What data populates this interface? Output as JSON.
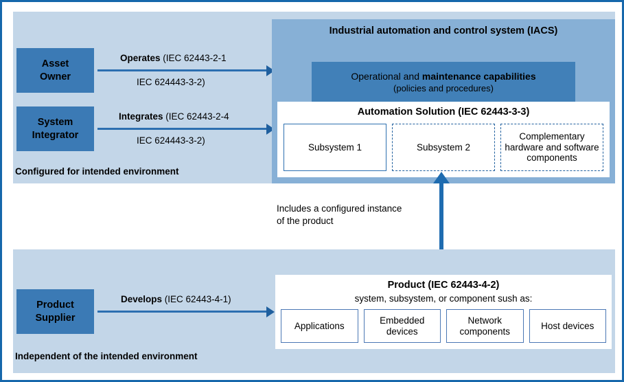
{
  "panels": {
    "top_caption": "Configured for intended environment",
    "bottom_caption": "Independent of the intended environment"
  },
  "roles": {
    "asset_owner": "Asset\nOwner",
    "asset_owner_line1": "Asset",
    "asset_owner_line2": "Owner",
    "system_integrator_line1": "System",
    "system_integrator_line2": "Integrator",
    "product_supplier_line1": "Product",
    "product_supplier_line2": "Supplier"
  },
  "arrows": {
    "operates": {
      "verb": "Operates",
      "ref_line1": "(IEC 62443-2-1",
      "ref_line2": "IEC 624443-3-2)"
    },
    "integrates": {
      "verb": "Integrates",
      "ref_line1": "(IEC 62443-2-4",
      "ref_line2": "IEC 624443-3-2)"
    },
    "develops": {
      "verb": "Develops",
      "ref_line1": "(IEC 62443-4-1)"
    },
    "vertical_note_line1": "Includes a configured instance",
    "vertical_note_line2": "of the product"
  },
  "iacs": {
    "title": "Industrial automation and control system (IACS)",
    "capabilities_prefix": "Operational and ",
    "capabilities_strong": "maintenance capabilities",
    "capabilities_sub": "(policies and procedures)",
    "plus": "+"
  },
  "automation_solution": {
    "title": "Automation Solution (IEC 62443-3-3)",
    "subsystems": [
      {
        "label": "Subsystem 1",
        "style": "solid"
      },
      {
        "label": "Subsystem 2",
        "style": "dashed"
      },
      {
        "label": "Complementary hardware and software components",
        "style": "dashed"
      }
    ]
  },
  "product": {
    "title": "Product (IEC 62443-4-2)",
    "subtitle": "system, subsystem, or component sush as:",
    "items": [
      {
        "label": "Applications"
      },
      {
        "label": "Embedded devices"
      },
      {
        "label": "Network components"
      },
      {
        "label": "Host devices"
      }
    ]
  },
  "colors": {
    "frame_border": "#1667ab",
    "panel_background": "#c3d6e8",
    "role_box": "#3b7ab5",
    "iacs_container": "#87b0d6",
    "capabilities_band": "#4180b8",
    "arrow": "#1f6cb0",
    "white_box": "#ffffff"
  }
}
